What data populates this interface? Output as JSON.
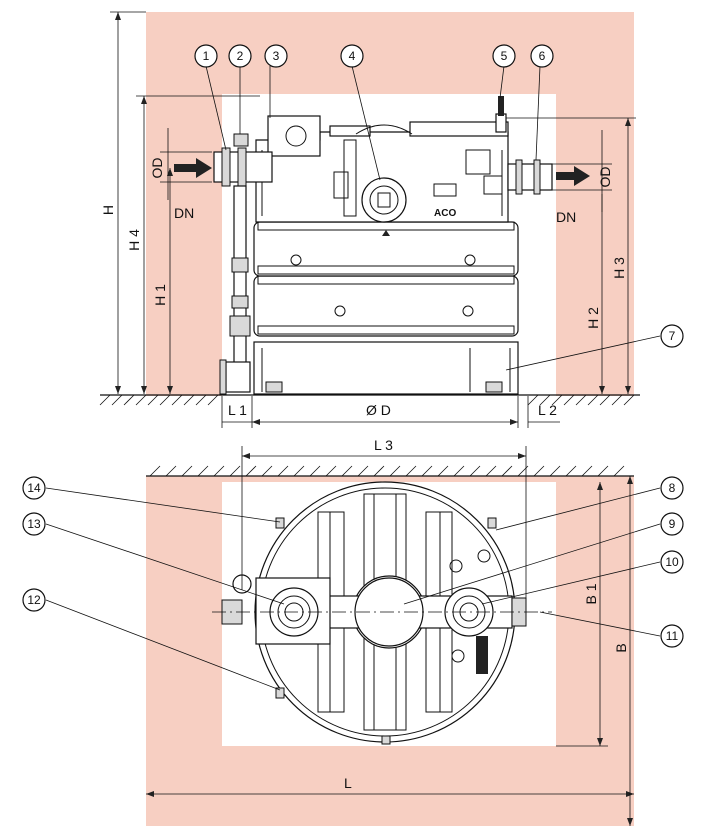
{
  "colors": {
    "wall": "#f7cfc2",
    "line": "#111111",
    "tank": "#ffffff",
    "pipe_grey": "#d9d9d9"
  },
  "brand": "ACO",
  "callouts": [
    "1",
    "2",
    "3",
    "4",
    "5",
    "6",
    "7",
    "8",
    "9",
    "10",
    "11",
    "12",
    "13",
    "14"
  ],
  "dimensions": {
    "H": "H",
    "H1": "H 1",
    "H2": "H 2",
    "H3": "H 3",
    "H4": "H 4",
    "OD_inlet": "OD",
    "OD_outlet": "OD",
    "DN_inlet": "DN",
    "DN_outlet": "DN",
    "L1": "L 1",
    "L2": "L 2",
    "L3": "L 3",
    "OD_diameter": "Ø D",
    "L": "L",
    "B": "B",
    "B1": "B 1"
  },
  "icons": [
    "inlet-arrow-icon",
    "outlet-arrow-icon",
    "ground-hatch-icon"
  ]
}
